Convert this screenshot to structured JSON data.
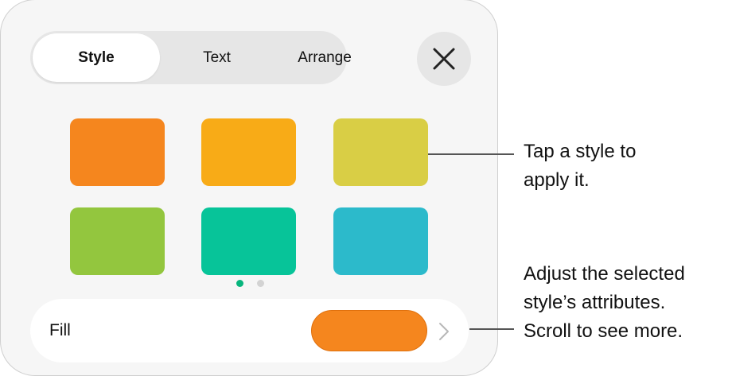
{
  "tabs": [
    {
      "label": "Style",
      "active": true
    },
    {
      "label": "Text",
      "active": false
    },
    {
      "label": "Arrange",
      "active": false
    }
  ],
  "close_icon": "close-icon",
  "styles": [
    {
      "name": "orange",
      "color": "#F5861E"
    },
    {
      "name": "amber",
      "color": "#F8AB17"
    },
    {
      "name": "yellow-green",
      "color": "#D9CE45"
    },
    {
      "name": "green",
      "color": "#93C63E"
    },
    {
      "name": "teal",
      "color": "#07C499"
    },
    {
      "name": "cyan",
      "color": "#2CBACB"
    }
  ],
  "page_indicator": {
    "pages": 2,
    "current": 1,
    "active_color": "#08B57D",
    "inactive_color": "#D3D3D3"
  },
  "fill": {
    "label": "Fill",
    "color": "#F5861E",
    "chevron_icon": "chevron-right-icon"
  },
  "callouts": {
    "styles": "Tap a style to\napply it.",
    "fill": "Adjust the selected\nstyle’s attributes.\nScroll to see more."
  }
}
